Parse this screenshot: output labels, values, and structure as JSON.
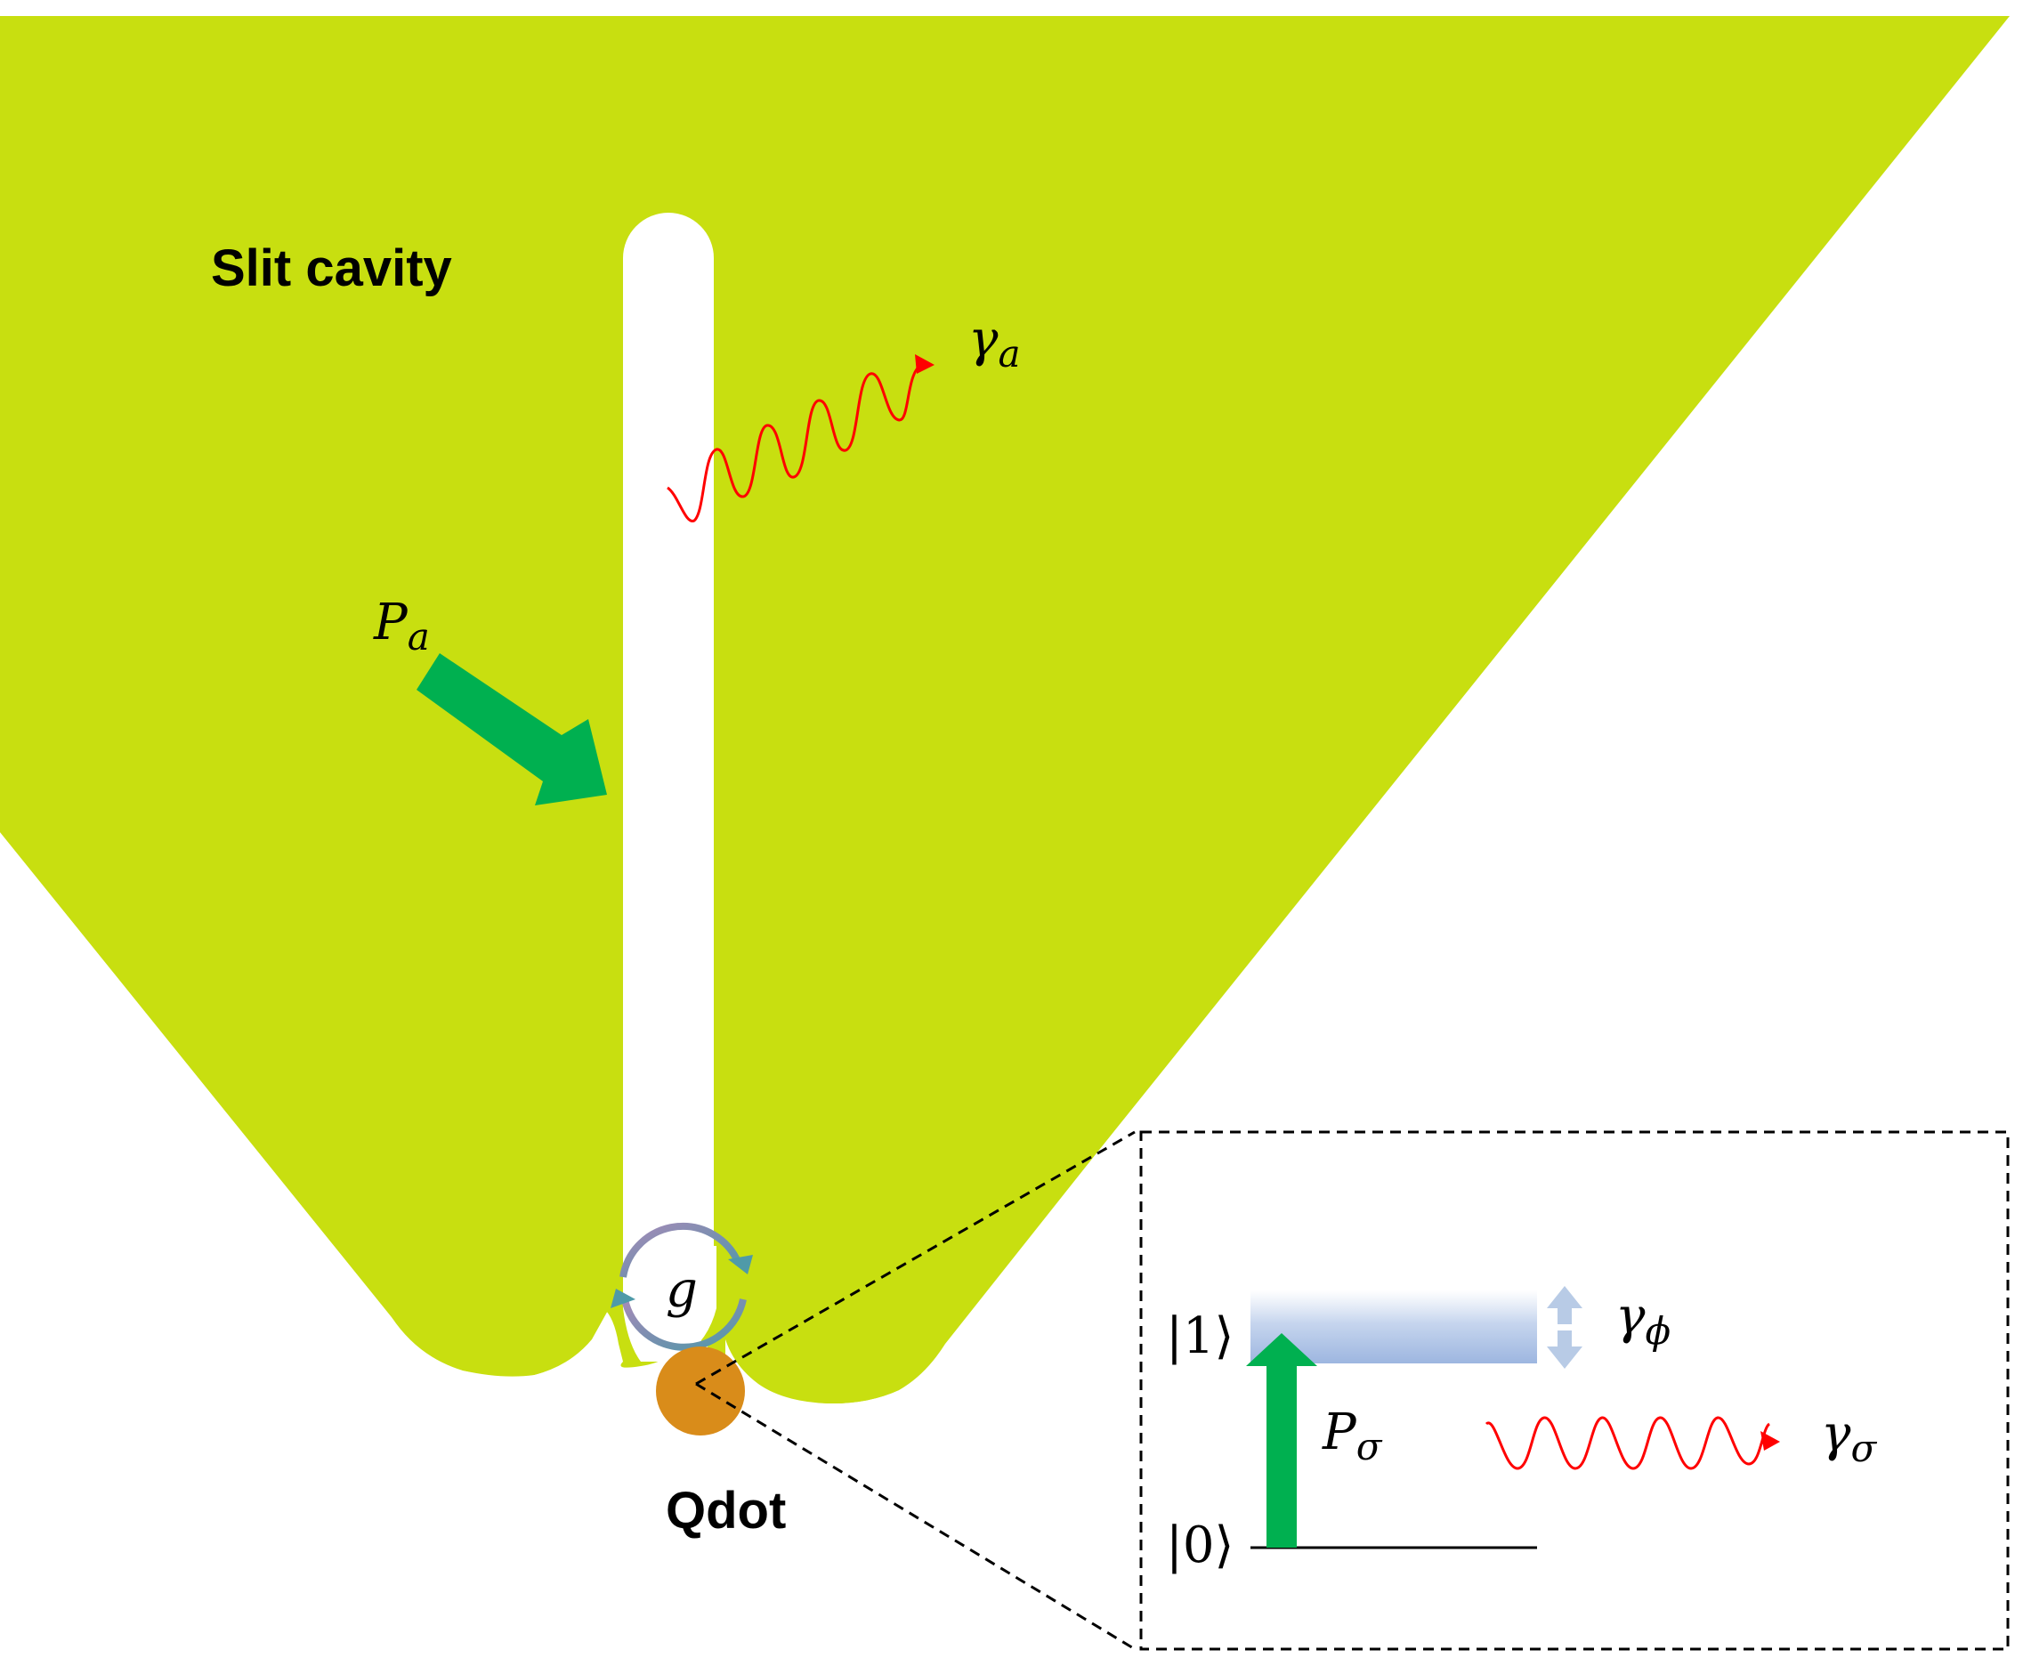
{
  "labels": {
    "slit_cavity": "Slit cavity",
    "qdot": "Qdot",
    "gamma_a": "γ",
    "gamma_a_sub": "a",
    "pump_a": "P",
    "pump_a_sub": "a",
    "coupling": "g",
    "ket_one": "|1⟩",
    "ket_zero": "|0⟩",
    "gamma_phi": "γ",
    "gamma_phi_sub": "ϕ",
    "pump_sigma": "P",
    "pump_sigma_sub": "σ",
    "gamma_sigma": "γ",
    "gamma_sigma_sub": "σ"
  },
  "colors": {
    "cavity_fill": "#c8df10",
    "pump_arrow": "#00b050",
    "emission_wave": "#ff0000",
    "qdot_fill": "#d98c1a",
    "excited_level": "#aec4e8",
    "dephasing_arrow": "#b8cbe6"
  },
  "icons": {
    "pump_a": "thick-arrow",
    "emission_a": "wavy-arrow",
    "coupling": "circular-arrows",
    "qdot": "filled-circle",
    "inset_border": "dashed-rectangle"
  }
}
